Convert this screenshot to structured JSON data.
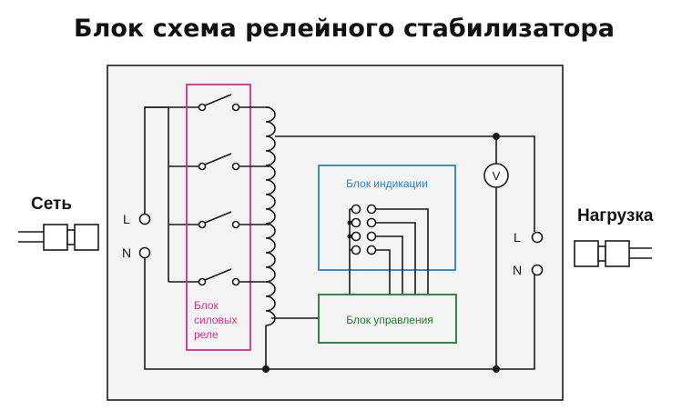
{
  "title": "Блок схема релейного стабилизатора",
  "input_label": "Сеть",
  "output_label": "Нагрузка",
  "terminals": {
    "line": "L",
    "neutral": "N"
  },
  "voltmeter": "V",
  "blocks": {
    "relays": [
      "Блок",
      "силовых",
      "реле"
    ],
    "indication": "Блок индикации",
    "control": "Блок управления"
  },
  "colors": {
    "relays": "#d0308f",
    "indication": "#2a82c0",
    "control": "#1e7a2c",
    "wire": "#1a1a1a",
    "frame_bg": "#f4f4f4"
  },
  "relay_count": 4,
  "indicator_count": 4
}
